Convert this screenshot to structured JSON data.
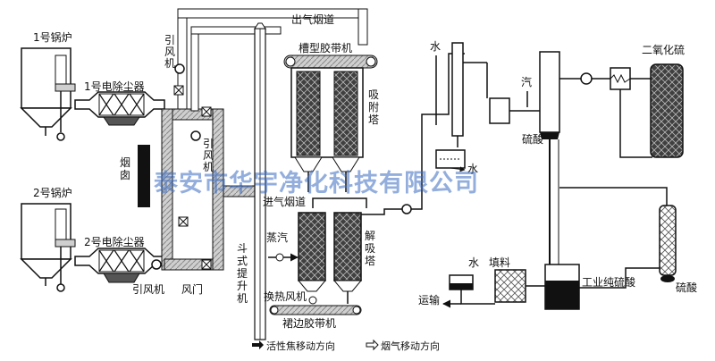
{
  "labels": {
    "boiler1": "1号锅炉",
    "boiler2": "2号锅炉",
    "precip1": "1号电除尘器",
    "precip2": "2号电除尘器",
    "fan_top": "引风机",
    "fan_mid": "引风机",
    "fan_bottom": "引风机",
    "chimney": "烟囱",
    "damper": "风门",
    "outlet_duct": "出气烟道",
    "inlet_duct": "进气烟道",
    "trough_belt": "槽型胶带机",
    "adsorb_tower": "吸附塔",
    "desorb_tower": "解吸塔",
    "steam_left": "蒸汽",
    "exchanger_fan": "换热风机",
    "skirt_belt": "裙边胶带机",
    "bucket_elevator": "斗式提升机",
    "water1": "水",
    "water2": "水",
    "water3": "水",
    "steam_right": "汽",
    "sulfuric_acid1": "硫酸",
    "sulfuric_acid2": "硫酸",
    "sulfur_dioxide": "二氧化硫",
    "industrial_acid": "工业纯硫酸",
    "packing": "填料",
    "transport": "运输"
  },
  "legend": {
    "coke_direction": "活性焦移动方向",
    "gas_direction": "烟气移动方向"
  },
  "watermark": "泰安市华宇净化科技有限公司",
  "colors": {
    "line": "#111111",
    "duct_fill": "#d9d9d9",
    "tower_fill": "#3a3a3a",
    "acid_fill": "#000000",
    "watermark": "#3a6cc0"
  }
}
